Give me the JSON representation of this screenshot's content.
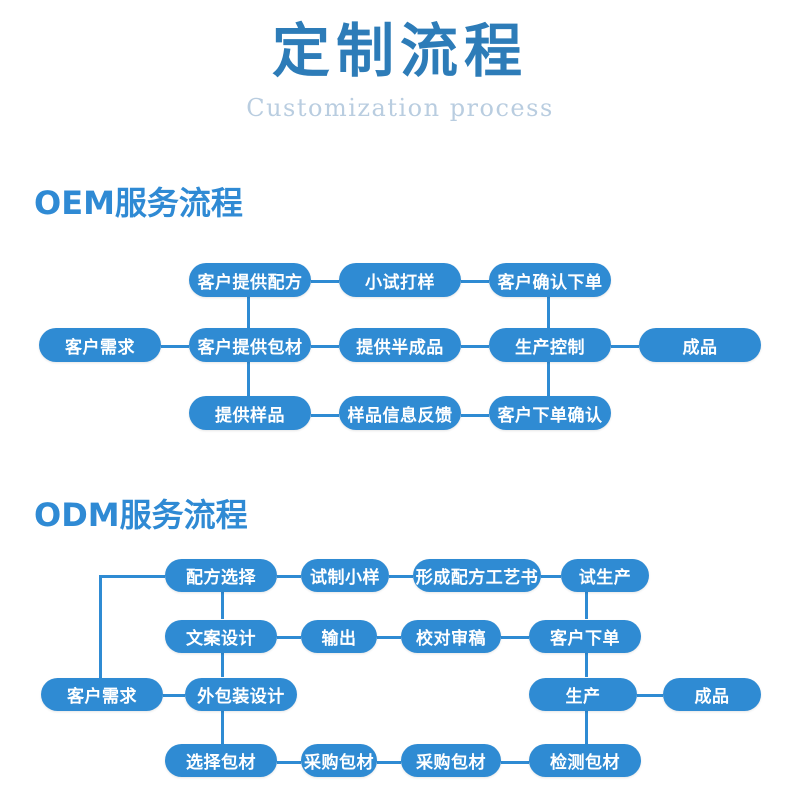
{
  "header": {
    "title": "定制流程",
    "subtitle": "Customization process",
    "title_color": "#2d7cb8",
    "subtitle_color": "#b9cde0"
  },
  "theme": {
    "node_color": "#2f8bd3",
    "connector_color": "#2f8bd3",
    "section_title_color": "#2f8ad4",
    "background": "#ffffff"
  },
  "sections": [
    {
      "id": "oem",
      "title": "OEM服务流程",
      "rows": [
        {
          "id": "oem-row-1",
          "nodes": [
            "客户提供配方",
            "小试打样",
            "客户确认下单"
          ]
        },
        {
          "id": "oem-row-2",
          "nodes": [
            "客户需求",
            "客户提供包材",
            "提供半成品",
            "生产控制",
            "成品"
          ]
        },
        {
          "id": "oem-row-3",
          "nodes": [
            "提供样品",
            "样品信息反馈",
            "客户下单确认"
          ]
        }
      ]
    },
    {
      "id": "odm",
      "title": "ODM服务流程",
      "rows": [
        {
          "id": "odm-row-1",
          "nodes": [
            "配方选择",
            "试制小样",
            "形成配方工艺书",
            "试生产"
          ]
        },
        {
          "id": "odm-row-2",
          "nodes": [
            "文案设计",
            "输出",
            "校对审稿",
            "客户下单"
          ]
        },
        {
          "id": "odm-row-3",
          "nodes": [
            "客户需求",
            "外包装设计",
            "生产",
            "成品"
          ]
        },
        {
          "id": "odm-row-4",
          "nodes": [
            "选择包材",
            "采购包材",
            "采购包材",
            "检测包材"
          ]
        }
      ]
    }
  ],
  "nodes": {
    "oem_r1_c1": "客户提供配方",
    "oem_r1_c2": "小试打样",
    "oem_r1_c3": "客户确认下单",
    "oem_r2_c1": "客户需求",
    "oem_r2_c2": "客户提供包材",
    "oem_r2_c3": "提供半成品",
    "oem_r2_c4": "生产控制",
    "oem_r2_c5": "成品",
    "oem_r3_c1": "提供样品",
    "oem_r3_c2": "样品信息反馈",
    "oem_r3_c3": "客户下单确认",
    "odm_r1_c1": "配方选择",
    "odm_r1_c2": "试制小样",
    "odm_r1_c3": "形成配方工艺书",
    "odm_r1_c4": "试生产",
    "odm_r2_c1": "文案设计",
    "odm_r2_c2": "输出",
    "odm_r2_c3": "校对审稿",
    "odm_r2_c4": "客户下单",
    "odm_r3_c1": "客户需求",
    "odm_r3_c2": "外包装设计",
    "odm_r3_c3": "生产",
    "odm_r3_c4": "成品",
    "odm_r4_c1": "选择包材",
    "odm_r4_c2": "采购包材",
    "odm_r4_c3": "采购包材",
    "odm_r4_c4": "检测包材"
  }
}
